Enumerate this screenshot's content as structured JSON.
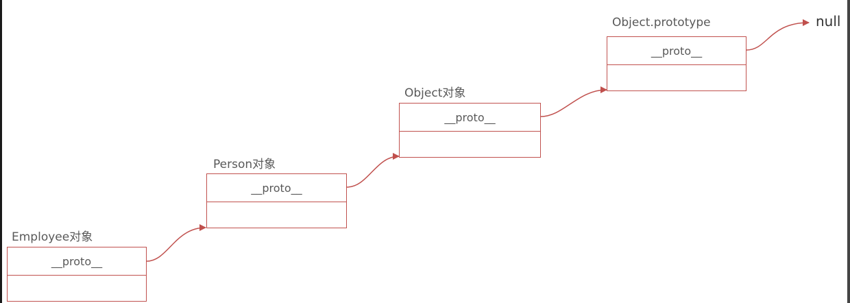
{
  "diagram": {
    "nodes": [
      {
        "id": "employee",
        "title": "Employee对象",
        "field": "__proto__"
      },
      {
        "id": "person",
        "title": "Person对象",
        "field": "__proto__"
      },
      {
        "id": "object",
        "title": "Object对象",
        "field": "__proto__"
      },
      {
        "id": "object-prototype",
        "title": "Object.prototype",
        "field": "__proto__"
      }
    ],
    "terminal": "null",
    "edges": [
      {
        "from": "employee",
        "to": "person"
      },
      {
        "from": "person",
        "to": "object"
      },
      {
        "from": "object",
        "to": "object-prototype"
      },
      {
        "from": "object-prototype",
        "to": "null"
      }
    ],
    "colors": {
      "stroke": "#c0504d",
      "text": "#595959"
    }
  }
}
